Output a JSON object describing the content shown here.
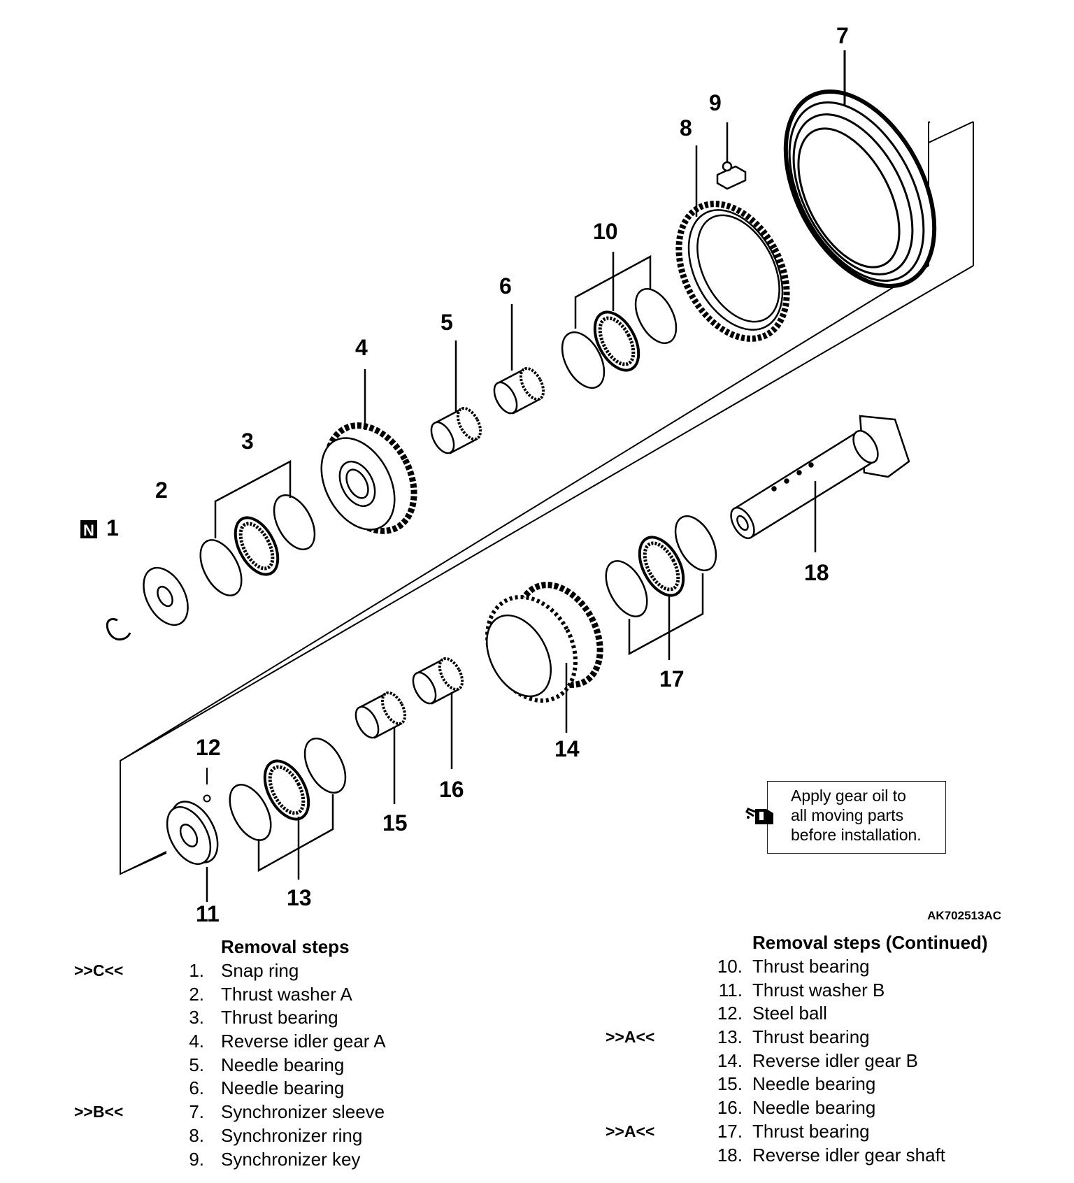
{
  "callouts": {
    "n_mark": "N",
    "c1": "1",
    "c2": "2",
    "c3": "3",
    "c4": "4",
    "c5": "5",
    "c6": "6",
    "c7": "7",
    "c8": "8",
    "c9": "9",
    "c10": "10",
    "c11": "11",
    "c12": "12",
    "c13": "13",
    "c14": "14",
    "c15": "15",
    "c16": "16",
    "c17": "17",
    "c18": "18"
  },
  "note": {
    "line1": "Apply gear oil to",
    "line2": "all moving parts",
    "line3": "before installation.",
    "icon": "oil-can-icon"
  },
  "drawing_code": "AK702513AC",
  "steps_left": {
    "title": "Removal steps",
    "items": [
      {
        "mark": ">>C<<",
        "num": "1.",
        "name": "Snap ring"
      },
      {
        "mark": "",
        "num": "2.",
        "name": "Thrust washer A"
      },
      {
        "mark": "",
        "num": "3.",
        "name": "Thrust bearing"
      },
      {
        "mark": "",
        "num": "4.",
        "name": "Reverse idler gear A"
      },
      {
        "mark": "",
        "num": "5.",
        "name": "Needle bearing"
      },
      {
        "mark": "",
        "num": "6.",
        "name": "Needle bearing"
      },
      {
        "mark": ">>B<<",
        "num": "7.",
        "name": "Synchronizer sleeve"
      },
      {
        "mark": "",
        "num": "8.",
        "name": "Synchronizer ring"
      },
      {
        "mark": "",
        "num": "9.",
        "name": "Synchronizer key"
      }
    ]
  },
  "steps_right": {
    "title": "Removal steps (Continued)",
    "items": [
      {
        "mark": "",
        "num": "10.",
        "name": "Thrust bearing"
      },
      {
        "mark": "",
        "num": "11.",
        "name": "Thrust washer B"
      },
      {
        "mark": "",
        "num": "12.",
        "name": "Steel ball"
      },
      {
        "mark": ">>A<<",
        "num": "13.",
        "name": "Thrust bearing"
      },
      {
        "mark": "",
        "num": "14.",
        "name": "Reverse idler gear B"
      },
      {
        "mark": "",
        "num": "15.",
        "name": "Needle bearing"
      },
      {
        "mark": "",
        "num": "16.",
        "name": "Needle bearing"
      },
      {
        "mark": ">>A<<",
        "num": "17.",
        "name": "Thrust bearing"
      },
      {
        "mark": "",
        "num": "18.",
        "name": "Reverse idler gear shaft"
      }
    ]
  }
}
